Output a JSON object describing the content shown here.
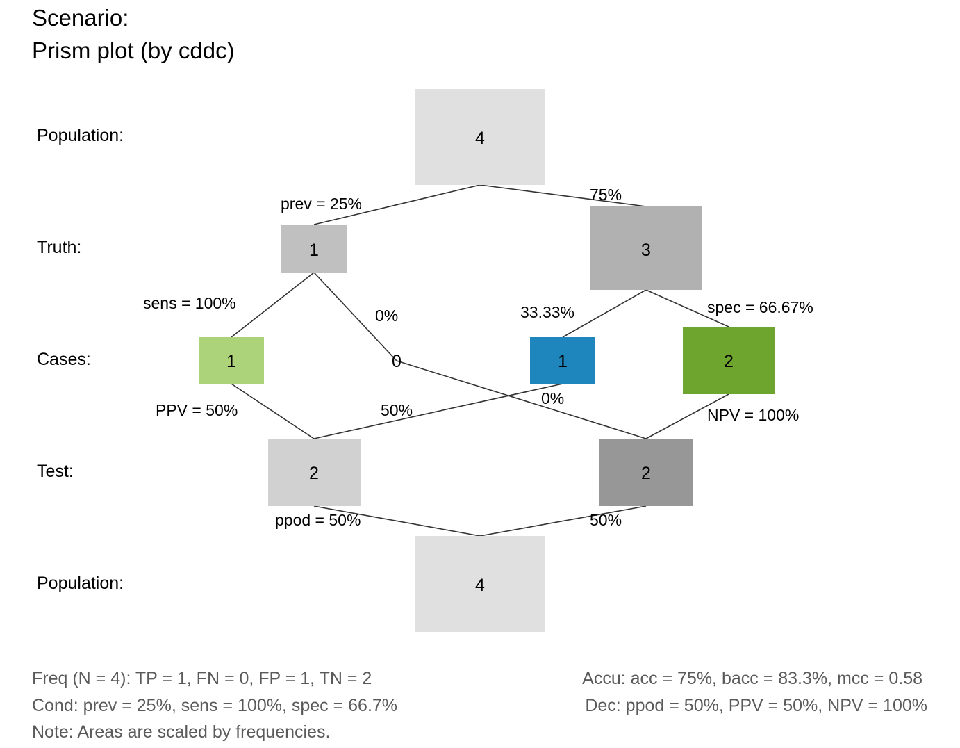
{
  "title_line1": "Scenario:",
  "title_line2": "Prism plot (by cddc)",
  "rows": {
    "population_top": "Population:",
    "truth": "Truth:",
    "cases": "Cases:",
    "test": "Test:",
    "population_bottom": "Population:"
  },
  "nodes": {
    "pop_top": "4",
    "cond_true": "1",
    "cond_false": "3",
    "tp": "1",
    "fn": "0",
    "fp": "1",
    "tn": "2",
    "dec_pos": "2",
    "dec_neg": "2",
    "pop_bottom": "4"
  },
  "edge_labels": {
    "prev": "prev = 25%",
    "not_prev": "75%",
    "sens": "sens = 100%",
    "miss_rate": "0%",
    "fallout": "33.33%",
    "spec": "spec = 66.67%",
    "ppv": "PPV = 50%",
    "fdr": "50%",
    "for": "0%",
    "npv": "NPV = 100%",
    "ppod": "ppod = 50%",
    "not_ppod": "50%"
  },
  "footer": {
    "freq": "Freq (N = 4):  TP = 1, FN = 0, FP = 1, TN = 2",
    "cond": "Cond:  prev = 25%, sens = 100%, spec = 66.7%",
    "note": "Note:  Areas are scaled by frequencies.",
    "accu": "Accu:  acc = 75%, bacc = 83.3%, mcc = 0.58",
    "dec": "Dec:  ppod = 50%, PPV = 50%, NPV = 100%"
  },
  "colors": {
    "population": "#e0e0e0",
    "cond_true": "#c0c0c0",
    "cond_false": "#b1b1b1",
    "tp": "#acd37a",
    "fp": "#1f86bd",
    "tn": "#6da52f",
    "dec_pos": "#d1d1d1",
    "dec_neg": "#979797",
    "line": "#333333"
  }
}
